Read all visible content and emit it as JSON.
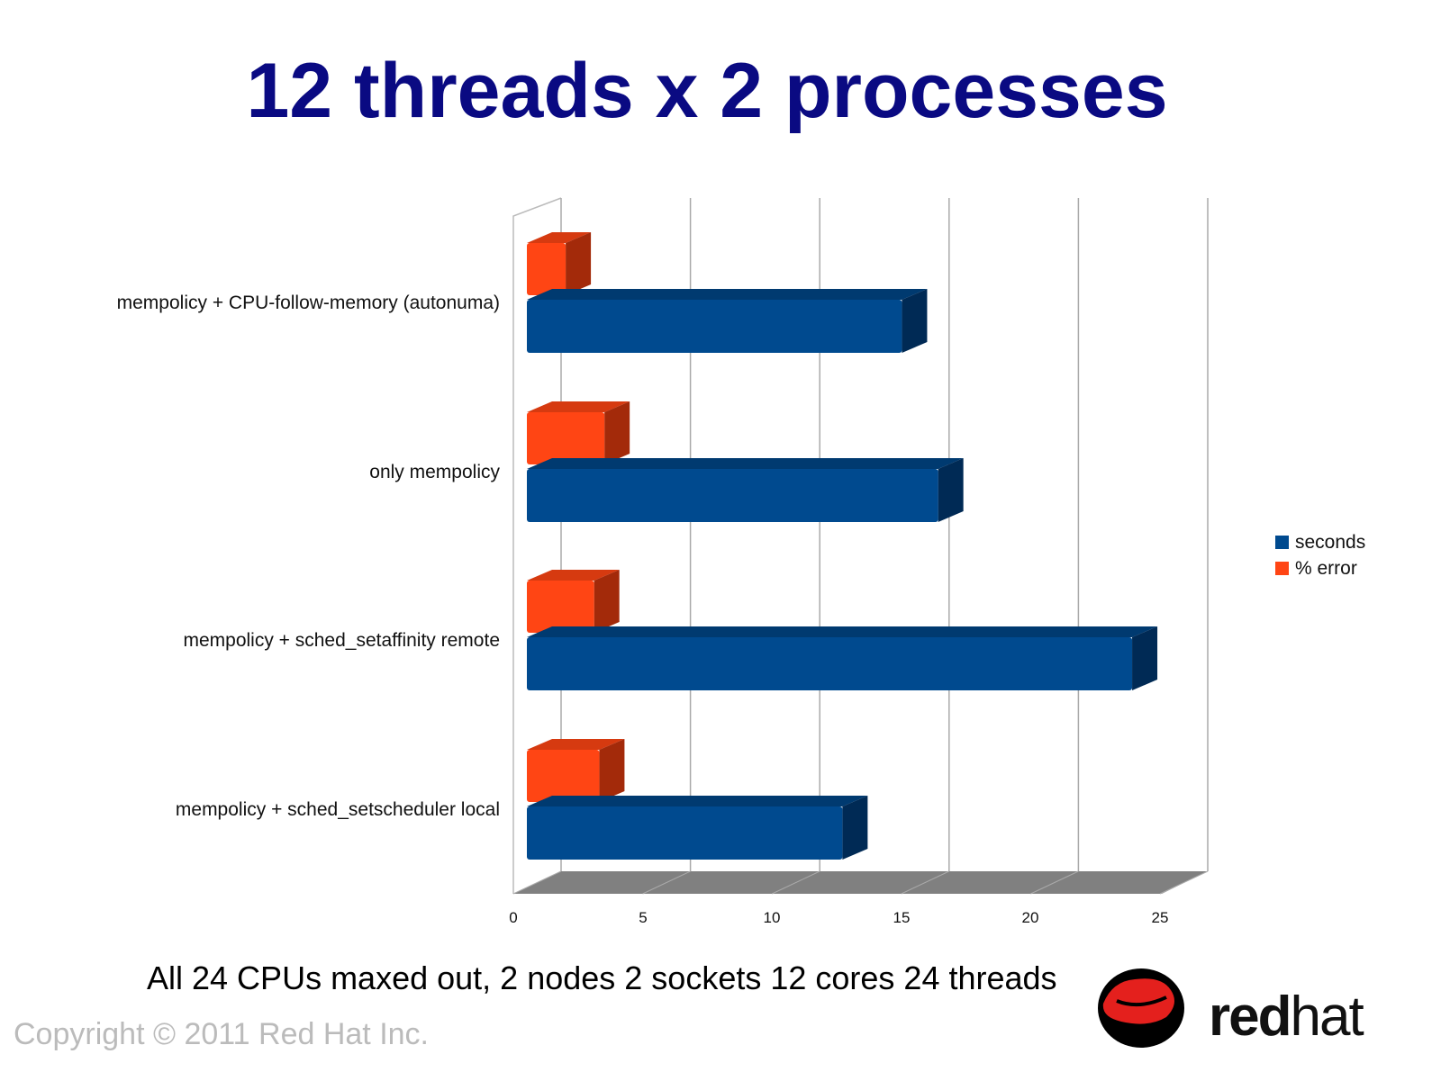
{
  "title": "12 threads x 2 processes",
  "subtitle": "All 24 CPUs maxed out, 2 nodes 2 sockets 12 cores 24 threads",
  "copyright": "Copyright © 2011 Red Hat Inc.",
  "logo": {
    "text_bold": "red",
    "text_light": "hat"
  },
  "chart_data": {
    "type": "bar",
    "orientation": "horizontal",
    "style": "3d",
    "categories": [
      "mempolicy + CPU-follow-memory (autonuma)",
      "only mempolicy",
      "mempolicy + sched_setaffinity remote",
      "mempolicy + sched_setscheduler local"
    ],
    "series": [
      {
        "name": "seconds",
        "color": "#004a8f",
        "values": [
          14.5,
          15.9,
          23.4,
          12.2
        ]
      },
      {
        "name": "% error",
        "color": "#ff4514",
        "values": [
          1.5,
          3.0,
          2.6,
          2.8
        ]
      }
    ],
    "xlim": [
      0,
      25
    ],
    "xticks": [
      "0",
      "5",
      "10",
      "15",
      "20",
      "25"
    ],
    "grid": true,
    "legend": "right"
  }
}
